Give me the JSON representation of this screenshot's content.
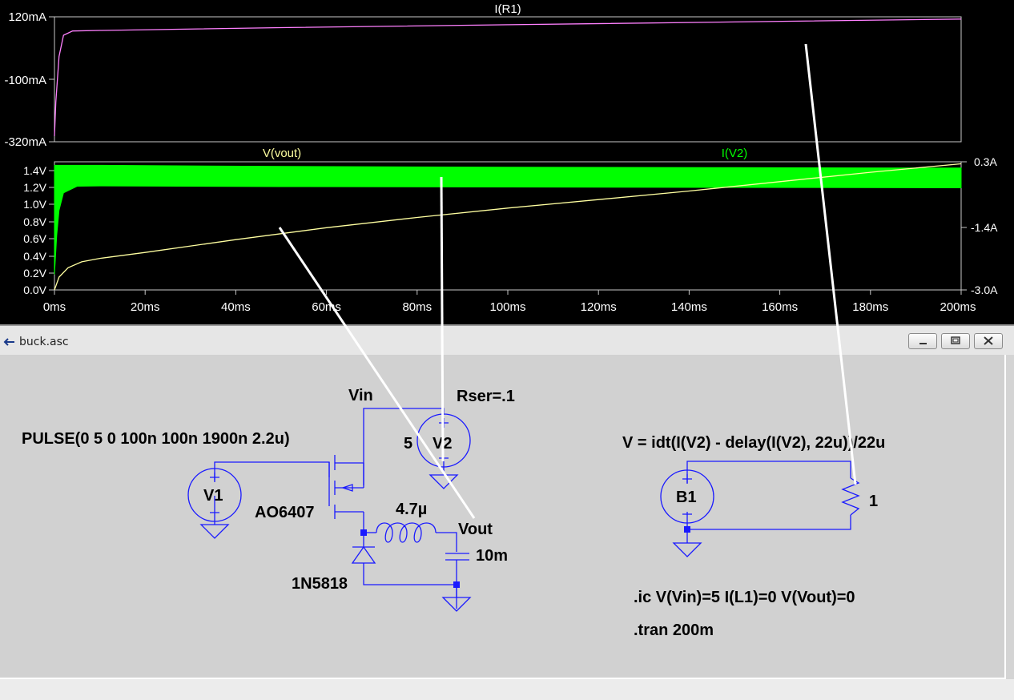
{
  "waveform": {
    "top_pane": {
      "trace_label": "I(R1)",
      "y_ticks": [
        "120mA",
        "-100mA",
        "-320mA"
      ]
    },
    "bottom_pane": {
      "trace_labels": [
        "V(vout)",
        "I(V2)"
      ],
      "y_ticks_left": [
        "1.4V",
        "1.2V",
        "1.0V",
        "0.8V",
        "0.6V",
        "0.4V",
        "0.2V",
        "0.0V"
      ],
      "y_ticks_right": [
        "0.3A",
        "-1.4A",
        "-3.0A"
      ]
    },
    "x_ticks": [
      "0ms",
      "20ms",
      "40ms",
      "60ms",
      "80ms",
      "100ms",
      "120ms",
      "140ms",
      "160ms",
      "180ms",
      "200ms"
    ]
  },
  "chart_data": [
    {
      "type": "line",
      "title": "I(R1)",
      "xlim_ms": [
        0,
        200
      ],
      "ylim": [
        -320,
        120
      ],
      "series": [
        {
          "name": "I(R1)",
          "color": "#ff80ff",
          "x": [
            0,
            0.3,
            1,
            2,
            4,
            10,
            50,
            100,
            150,
            200
          ],
          "values": [
            -300,
            -180,
            -20,
            55,
            70,
            72,
            82,
            92,
            102,
            112
          ]
        }
      ]
    },
    {
      "type": "line",
      "xlim_ms": [
        0,
        200
      ],
      "ylim": [
        0,
        1.5
      ],
      "y2lim": [
        -3.0,
        0.3
      ],
      "series": [
        {
          "name": "V(vout)",
          "color": "#ffffa0",
          "x": [
            0,
            1,
            3,
            6,
            10,
            20,
            40,
            60,
            80,
            100,
            120,
            140,
            160,
            180,
            200
          ],
          "values": [
            0,
            0.15,
            0.26,
            0.33,
            0.37,
            0.44,
            0.59,
            0.73,
            0.85,
            0.96,
            1.06,
            1.16,
            1.27,
            1.38,
            1.48
          ]
        },
        {
          "name": "I(V2)",
          "color": "#00ff00",
          "x": [
            0,
            0.5,
            1,
            2,
            5,
            10,
            50,
            100,
            150,
            200
          ],
          "values_max": [
            0.21,
            0.21,
            0.21,
            0.21,
            0.21,
            0.21,
            0.18,
            0.16,
            0.15,
            0.14
          ],
          "values_min": [
            -2.6,
            -1.6,
            -0.95,
            -0.5,
            -0.33,
            -0.32,
            -0.34,
            -0.35,
            -0.36,
            -0.37
          ]
        }
      ]
    }
  ],
  "window": {
    "title": "buck.asc",
    "buttons": [
      "minimize",
      "restore",
      "close"
    ]
  },
  "schematic": {
    "pulse_spec": "PULSE(0 5 0 100n 100n 1900n 2.2u)",
    "v1_label": "V1",
    "v2_label": "V2",
    "v2_value": "5",
    "rser": "Rser=.1",
    "vin_label": "Vin",
    "mosfet": "AO6407",
    "inductor": "4.7µ",
    "vout_label": "Vout",
    "capacitor": "10m",
    "diode": "1N5818",
    "b1_expr": "V = idt(I(V2) - delay(I(V2), 22u))/22u",
    "b1_label": "B1",
    "resistor": "1",
    "ic_directive": ".ic V(Vin)=5 I(L1)=0 V(Vout)=0",
    "tran_directive": ".tran 200m"
  },
  "colors": {
    "wire": "#1a1aff",
    "grid": "#c0c0c0",
    "ir1": "#ff80ff",
    "vout": "#ffffa0",
    "iv2": "#00ff00"
  }
}
